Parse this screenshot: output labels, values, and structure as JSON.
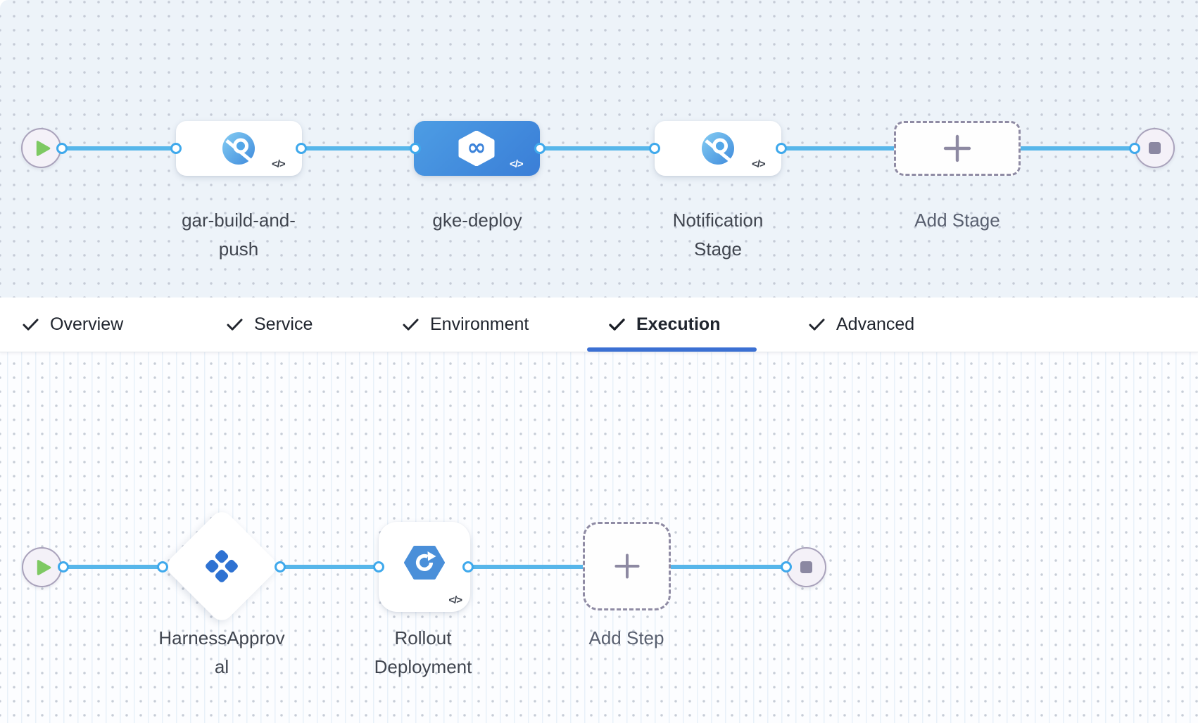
{
  "stage_pipeline": {
    "stages": [
      {
        "label": "gar-build-and-push",
        "icon": "artifact-registry-icon",
        "selected": false,
        "code_badge": "</>"
      },
      {
        "label": "gke-deploy",
        "icon": "deploy-infinity-hexagon-icon",
        "selected": true,
        "code_badge": "</>"
      },
      {
        "label": "Notification Stage",
        "icon": "artifact-registry-icon",
        "selected": false,
        "code_badge": "</>"
      }
    ],
    "add_stage_label": "Add Stage"
  },
  "tabs": [
    {
      "label": "Overview",
      "checked": true,
      "active": false
    },
    {
      "label": "Service",
      "checked": true,
      "active": false
    },
    {
      "label": "Environment",
      "checked": true,
      "active": false
    },
    {
      "label": "Execution",
      "checked": true,
      "active": true
    },
    {
      "label": "Advanced",
      "checked": true,
      "active": false
    }
  ],
  "execution_steps": {
    "steps": [
      {
        "label": "HarnessApproval",
        "icon": "approval-icon",
        "shape": "diamond"
      },
      {
        "label": "Rollout Deployment",
        "icon": "gke-rollout-icon",
        "code_badge": "</>"
      }
    ],
    "add_step_label": "Add Step"
  },
  "colors": {
    "connector_line": "#57b6ea",
    "connector_dot_ring": "#3fa9ec",
    "selected_stage_gradient_start": "#4d9de4",
    "selected_stage_gradient_end": "#3a7ed7",
    "active_tab_underline": "#3b70d3",
    "approval_icon_blue": "#2e72d2",
    "rollout_hexagon_blue": "#4a8fd9",
    "play_green": "#7ec963",
    "stop_gray": "#8b88a2",
    "top_canvas_bg": "#edf3f9",
    "bottom_canvas_bg": "#fcfdff"
  }
}
